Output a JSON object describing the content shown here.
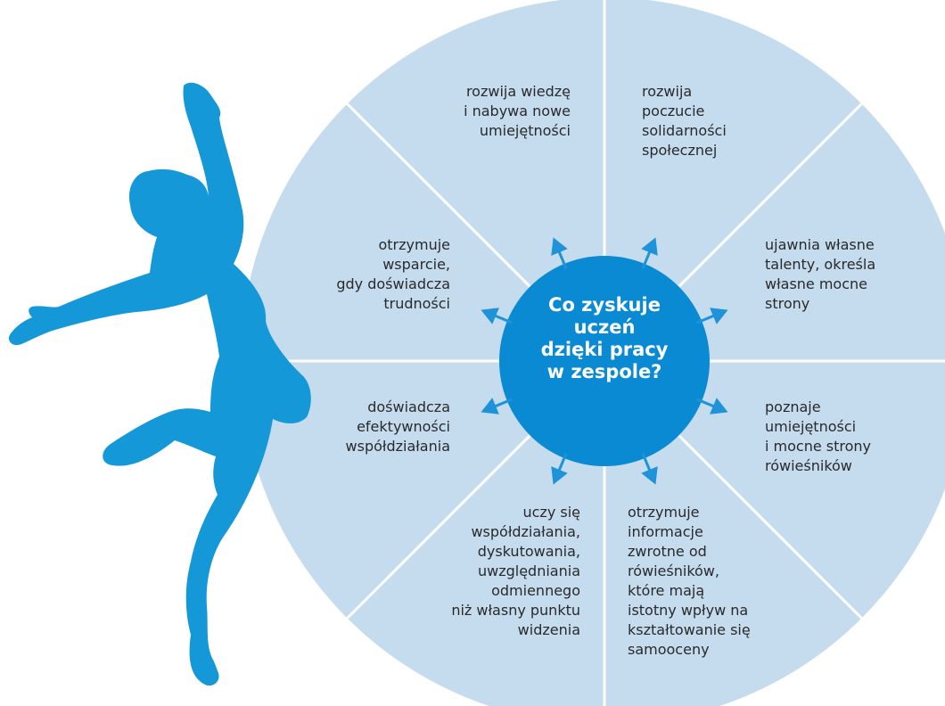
{
  "diagram": {
    "center_title": "Co zyskuje\nuczeń\ndzięki pracy\nw zespole?",
    "segments": [
      {
        "id": "top-left",
        "text": "rozwija wiedzę\ni nabywa nowe\numiejętności"
      },
      {
        "id": "top-right",
        "text": "rozwija\npoczucie\nsolidarności\nspołecznej"
      },
      {
        "id": "right-upper",
        "text": "ujawnia własne\ntalenty, określa\nwłasne mocne\nstrony"
      },
      {
        "id": "right-lower",
        "text": "poznaje\numiejętności\ni mocne strony\nrówieśników"
      },
      {
        "id": "bottom-right",
        "text": "otrzymuje\ninformacje\nzwrotne od\nrówieśników,\nktóre mają\nistotny wpływ na\nkształtowanie się\nsamooceny"
      },
      {
        "id": "bottom-left",
        "text": "uczy się\nwspółdziałania,\ndyskutowania,\nuwzględniania\nodmiennego\nniż własny punktu\nwidzenia"
      },
      {
        "id": "left-lower",
        "text": "doświadcza\nefektywności\nwspółdziałania"
      },
      {
        "id": "left-upper",
        "text": "otrzymuje\nwsparcie,\ngdy doświadcza\ntrudności"
      }
    ],
    "colors": {
      "segment_fill": "#c5dbee",
      "divider": "#ffffff",
      "center_fill": "#0a8ad2",
      "arrow": "#1e93d7",
      "silhouette": "#1598d8"
    },
    "decorations": [
      "dancer-silhouette",
      "outward-arrows"
    ]
  }
}
